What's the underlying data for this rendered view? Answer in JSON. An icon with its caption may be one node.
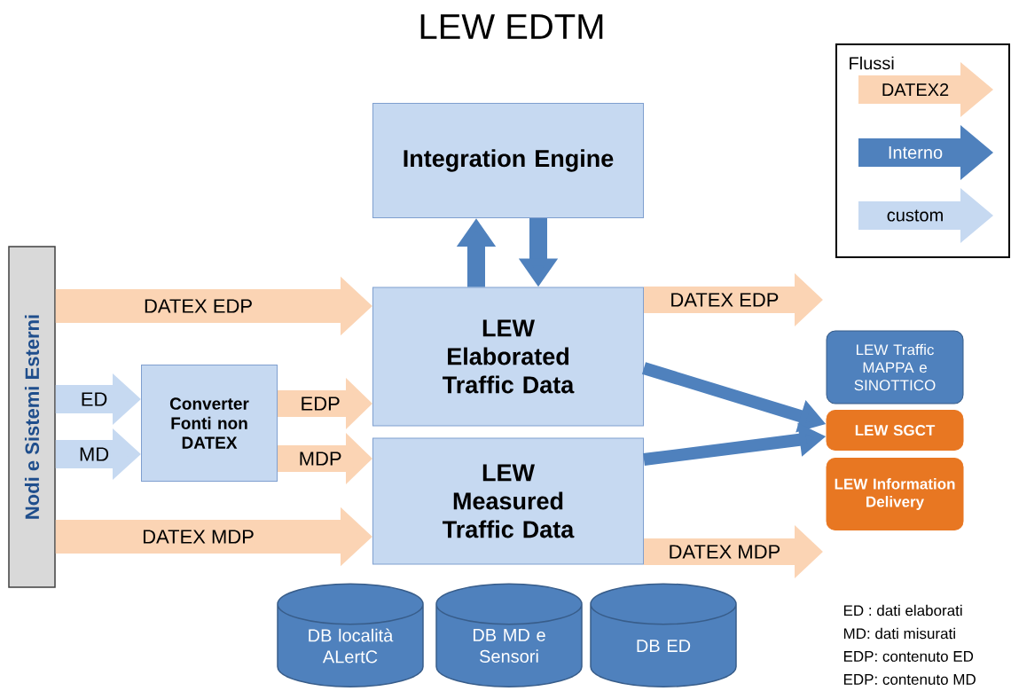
{
  "diagram": {
    "title": "LEW EDTM",
    "nodes": [
      {
        "text": [
          "Nodi e Sistemi Esterni"
        ]
      },
      {
        "text": [
          "Integration Engine"
        ]
      },
      {
        "text": [
          "LEW Elaborated Traffic Data"
        ]
      },
      {
        "text": [
          "LEW Measured Traffic Data"
        ]
      },
      {
        "text": [
          "Converter Fonti non DATEX"
        ]
      },
      {
        "text": [
          "LEW Traffic MAPPA e SINOTTICO"
        ]
      },
      {
        "text": [
          "LEW SGCT"
        ]
      },
      {
        "text": [
          "LEW Information Delivery"
        ]
      },
      {
        "text": [
          "DB località ALertC"
        ]
      },
      {
        "text": [
          "DB MD e Sensori"
        ]
      },
      {
        "text": [
          "DB ED"
        ]
      }
    ],
    "edges": [
      {
        "from": 0,
        "to": 2,
        "arrow": "to",
        "label": "DATEX EDP"
      },
      {
        "from": 0,
        "to": 4,
        "arrow": "to",
        "label": "ED",
        "color": "#c6d9f1"
      },
      {
        "from": 0,
        "to": 4,
        "arrow": "to",
        "label": "MD",
        "color": "#c6d9f1"
      },
      {
        "from": 4,
        "to": 2,
        "arrow": "to",
        "label": "EDP"
      },
      {
        "from": 4,
        "to": 3,
        "arrow": "to",
        "label": "MDP"
      },
      {
        "from": 0,
        "to": 3,
        "arrow": "to",
        "label": "DATEX MDP"
      },
      {
        "from": 2,
        "to": 1,
        "arrow": "to",
        "color": "#4f81bd"
      },
      {
        "from": 1,
        "to": 2,
        "arrow": "to",
        "color": "#4f81bd"
      },
      {
        "from": 2,
        "to": null,
        "arrow": "to",
        "label": "DATEX EDP"
      },
      {
        "from": 2,
        "to": 6,
        "arrow": "to",
        "color": "#4f81bd"
      },
      {
        "from": 3,
        "to": 6,
        "arrow": "to",
        "color": "#4f81bd"
      },
      {
        "from": 3,
        "to": null,
        "arrow": "to",
        "label": "DATEX MDP"
      }
    ],
    "labels": [
      "Flussi",
      "ED : dati elaborati",
      "MD: dati misurati",
      "EDP: contenuto ED",
      "EDP: contenuto MD"
    ],
    "legend": [
      {
        "text": "DATEX2",
        "color": "#fbd4b4"
      },
      {
        "text": "Interno",
        "color": "#4f81bd"
      },
      {
        "text": "custom",
        "color": "#c6d9f1"
      }
    ]
  }
}
